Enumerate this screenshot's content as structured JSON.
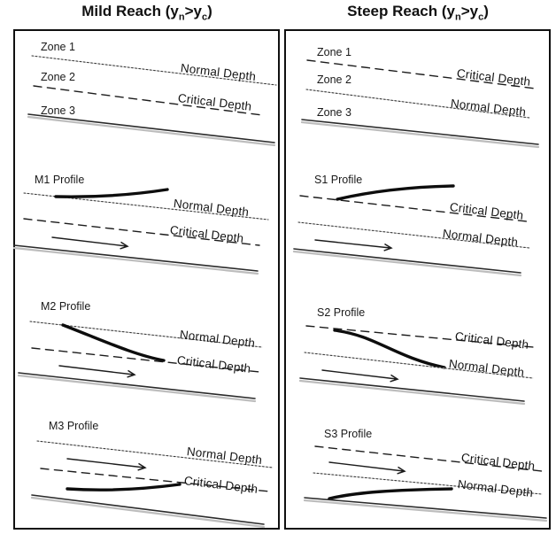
{
  "titles": {
    "left": {
      "text_main": "Mild Reach (y",
      "sub_1": "n",
      "text_mid": ">y",
      "sub_2": "c",
      "text_end": ")"
    },
    "right": {
      "text_main": "Steep Reach (y",
      "sub_1": "n",
      "text_mid": ">y",
      "sub_2": "c",
      "text_end": ")"
    }
  },
  "panels": {
    "left": {
      "zones": {
        "zone1": "Zone 1",
        "zone2": "Zone 2",
        "zone3": "Zone 3",
        "upper": "Normal Depth",
        "lower": "Critical Depth"
      },
      "p1": {
        "name": "M1 Profile",
        "upper": "Normal Depth",
        "lower": "Critical Depth"
      },
      "p2": {
        "name": "M2 Profile",
        "upper": "Normal Depth",
        "lower": "Critical Depth"
      },
      "p3": {
        "name": "M3 Profile",
        "upper": "Normal Depth",
        "lower": "Critical Depth"
      }
    },
    "right": {
      "zones": {
        "zone1": "Zone 1",
        "zone2": "Zone 2",
        "zone3": "Zone 3",
        "upper": "Critical Depth",
        "lower": "Normal Depth"
      },
      "p1": {
        "name": "S1 Profile",
        "upper": "Critical Depth",
        "lower": "Normal Depth"
      },
      "p2": {
        "name": "S2 Profile",
        "upper": "Critical Depth",
        "lower": "Normal Depth"
      },
      "p3": {
        "name": "S3 Profile",
        "upper": "Critical Depth",
        "lower": "Normal Depth"
      }
    }
  },
  "colors": {
    "line_black": "#1c1c1c",
    "bed_shadow_gray": "#bdbdbd",
    "text": "#161616"
  }
}
